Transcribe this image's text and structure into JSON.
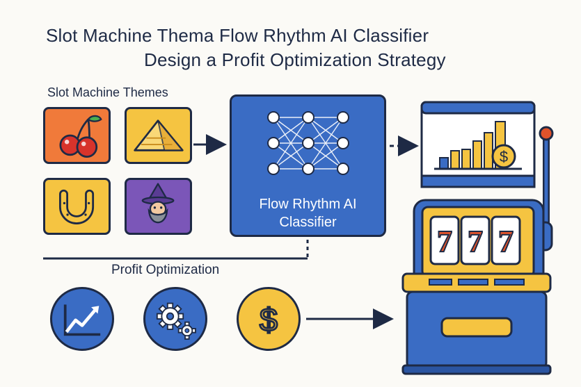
{
  "title": {
    "line1": "Slot Machine Thema Flow Rhythm AI Classifier",
    "line2": "Design a Profit Optimization Strategy"
  },
  "themes": {
    "label": "Slot Machine Themes",
    "tiles": [
      {
        "icon": "cherries-icon",
        "color": "#f07a3a"
      },
      {
        "icon": "pyramid-icon",
        "color": "#f5c441"
      },
      {
        "icon": "horseshoe-icon",
        "color": "#f5c441"
      },
      {
        "icon": "wizard-icon",
        "color": "#7b56b8"
      }
    ]
  },
  "classifier": {
    "name_line1": "Flow Rhythm AI",
    "name_line2": "Classifier",
    "color": "#3a6cc4"
  },
  "profit": {
    "label": "Profit Optimization",
    "icons": [
      {
        "icon": "growth-chart-icon",
        "color": "#3a6cc4"
      },
      {
        "icon": "gears-icon",
        "color": "#3a6cc4"
      },
      {
        "icon": "dollar-coin-icon",
        "color": "#f5c441"
      }
    ]
  },
  "slot_machine": {
    "reels": [
      "7",
      "7",
      "7"
    ],
    "reel_color": "#e0532b"
  }
}
